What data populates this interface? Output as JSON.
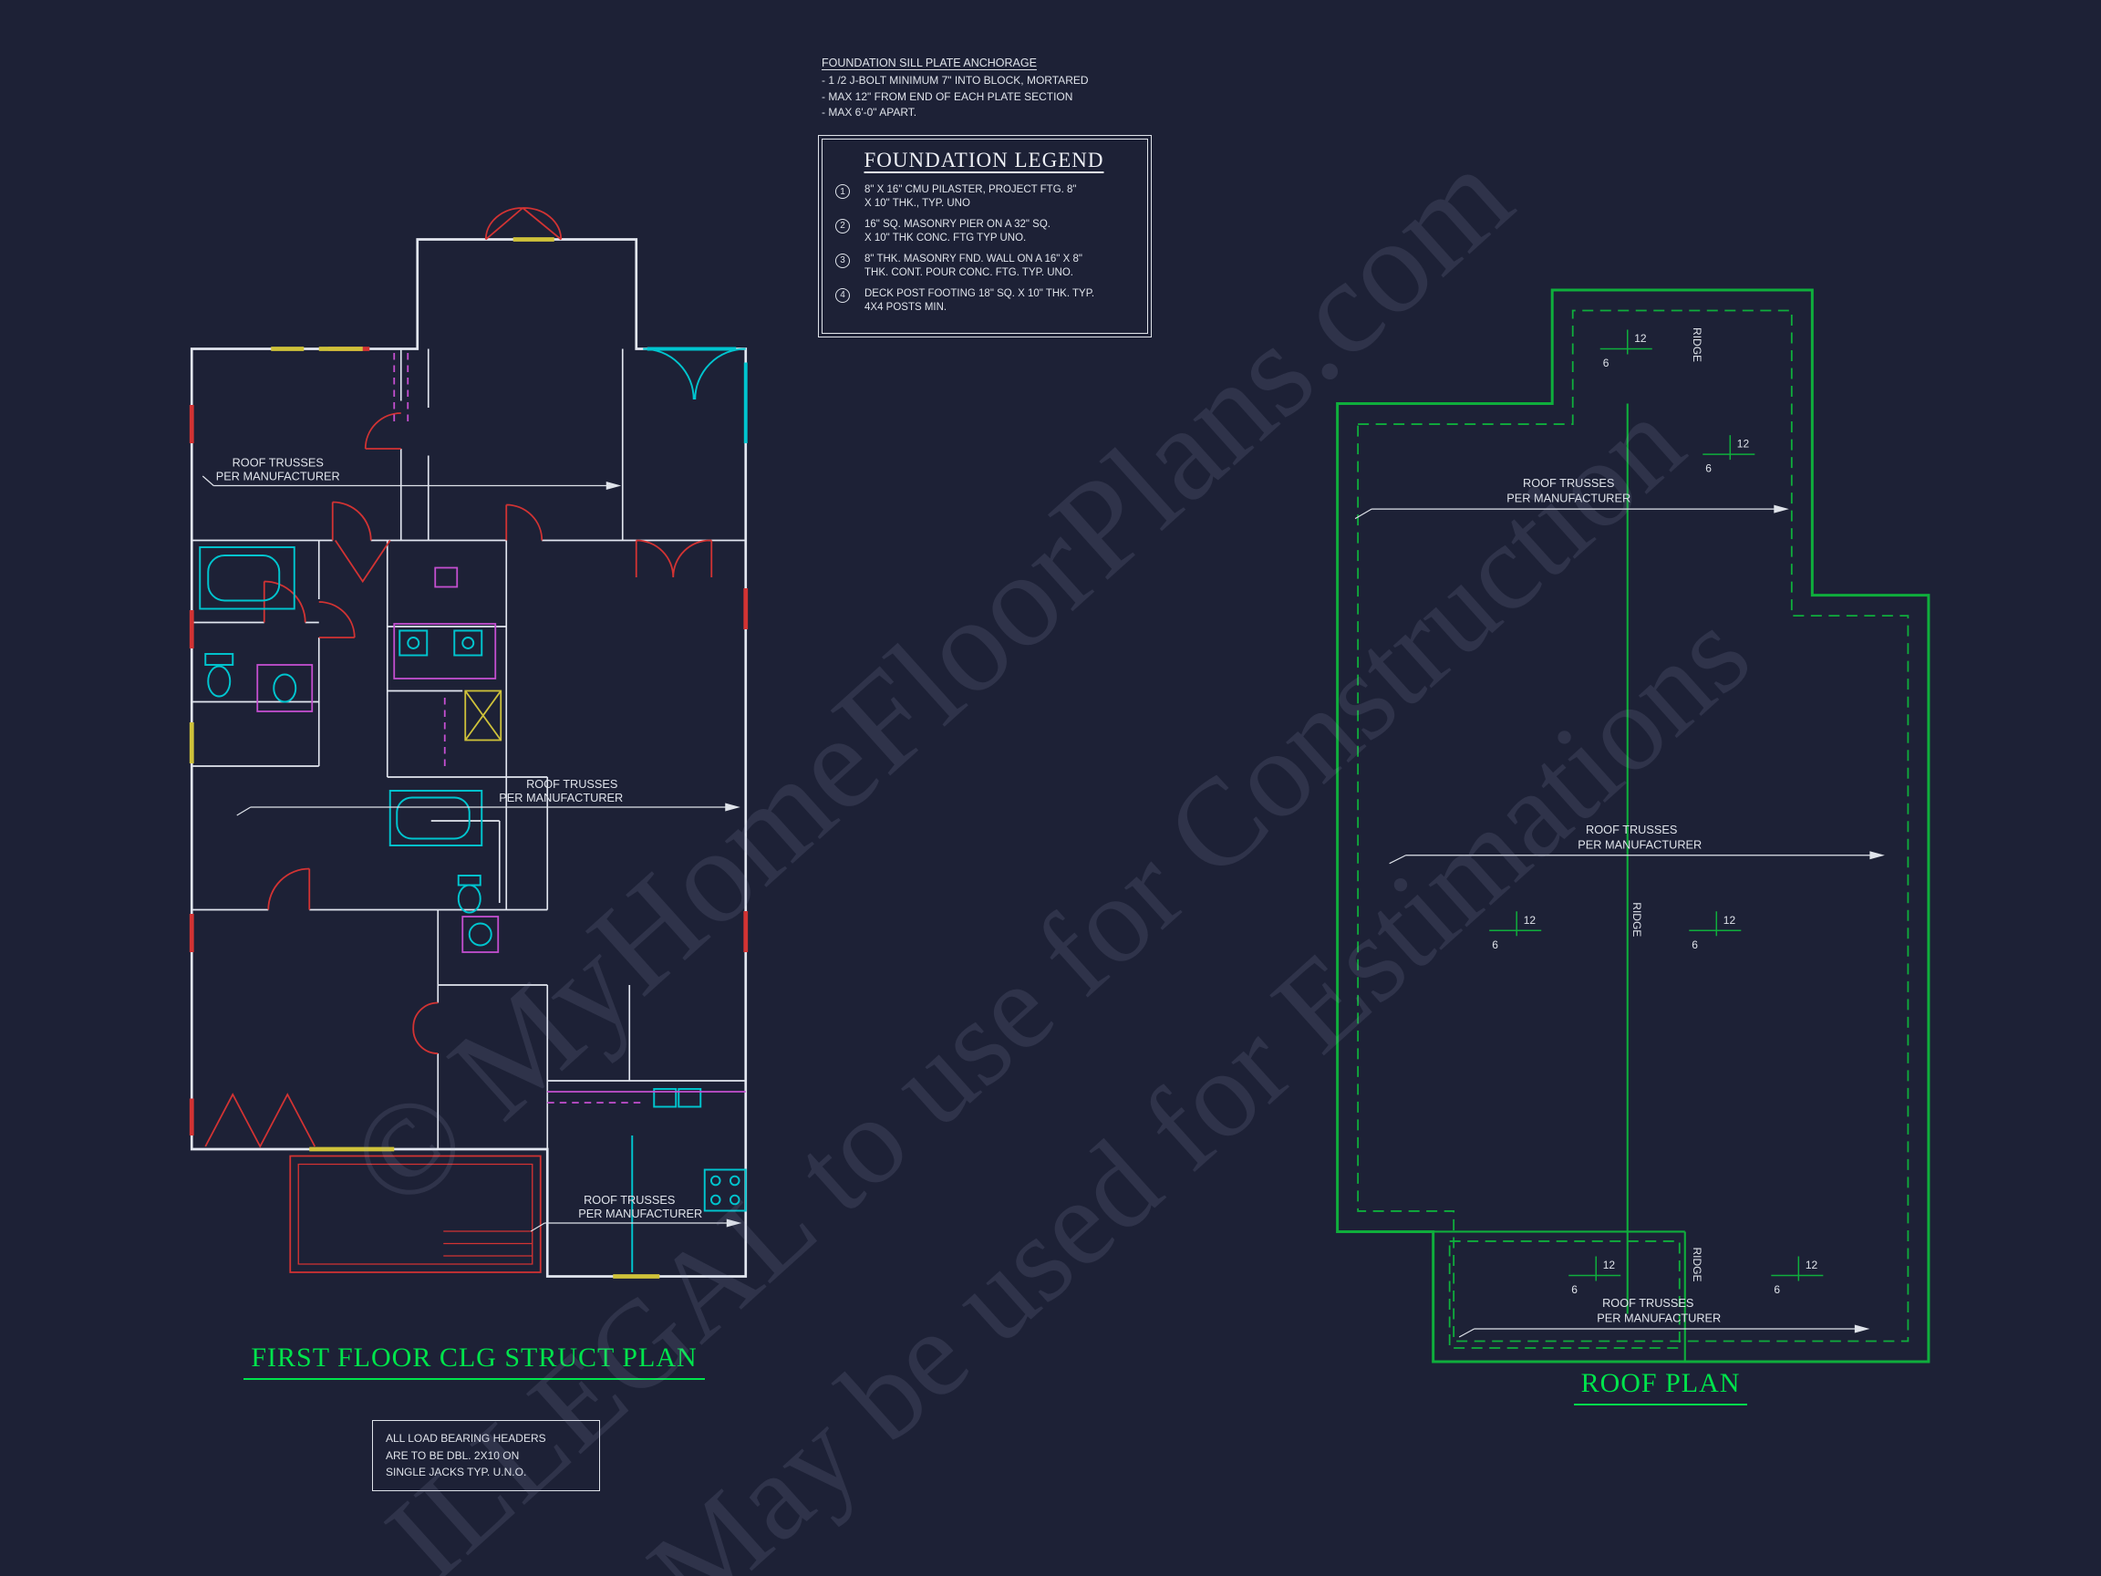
{
  "colors": {
    "background": "#1d2136",
    "line_white": "#e2e6f0",
    "line_red": "#d23333",
    "line_cyan": "#00c5cf",
    "line_magenta": "#c44fd0",
    "line_yellow": "#cfc23a",
    "line_green": "#0fae3c",
    "title_green": "#00e44c"
  },
  "watermark": {
    "line1": "© MyHomeFloorPlans.com",
    "line2": "ILLEGAL to use for Construction",
    "line3": "May be used for Estimations"
  },
  "anchorage": {
    "title": "FOUNDATION SILL PLATE ANCHORAGE",
    "note1": "- 1 /2 J-BOLT MINIMUM 7\" INTO BLOCK, MORTARED",
    "note2": "- MAX 12\" FROM END OF EACH PLATE SECTION",
    "note3": "- MAX 6'-0\" APART."
  },
  "legend": {
    "title": "FOUNDATION LEGEND",
    "items": [
      {
        "num": "1",
        "line1": "8\" X 16\" CMU PILASTER, PROJECT FTG. 8\"",
        "line2": "X 10\" THK., TYP. UNO"
      },
      {
        "num": "2",
        "line1": "16\" SQ. MASONRY PIER ON A 32\" SQ.",
        "line2": "X 10\" THK CONC. FTG TYP UNO."
      },
      {
        "num": "3",
        "line1": "8\" THK. MASONRY FND. WALL ON A 16\" X 8\"",
        "line2": "THK. CONT. POUR CONC. FTG. TYP. UNO."
      },
      {
        "num": "4",
        "line1": "DECK POST FOOTING 18\" SQ. X 10\" THK. TYP.",
        "line2": "4X4 POSTS MIN."
      }
    ]
  },
  "truss_label": {
    "line1": "ROOF TRUSSES",
    "line2": "PER MANUFACTURER"
  },
  "floor_plan": {
    "title": "FIRST FLOOR CLG STRUCT PLAN"
  },
  "roof_plan": {
    "title": "ROOF PLAN",
    "ridge": "RIDGE",
    "pitch_rise": "12",
    "pitch_run": "6"
  },
  "header_note": {
    "line1": "ALL LOAD BEARING HEADERS",
    "line2": "ARE TO BE DBL. 2X10 ON",
    "line3": "SINGLE JACKS TYP. U.N.O."
  }
}
